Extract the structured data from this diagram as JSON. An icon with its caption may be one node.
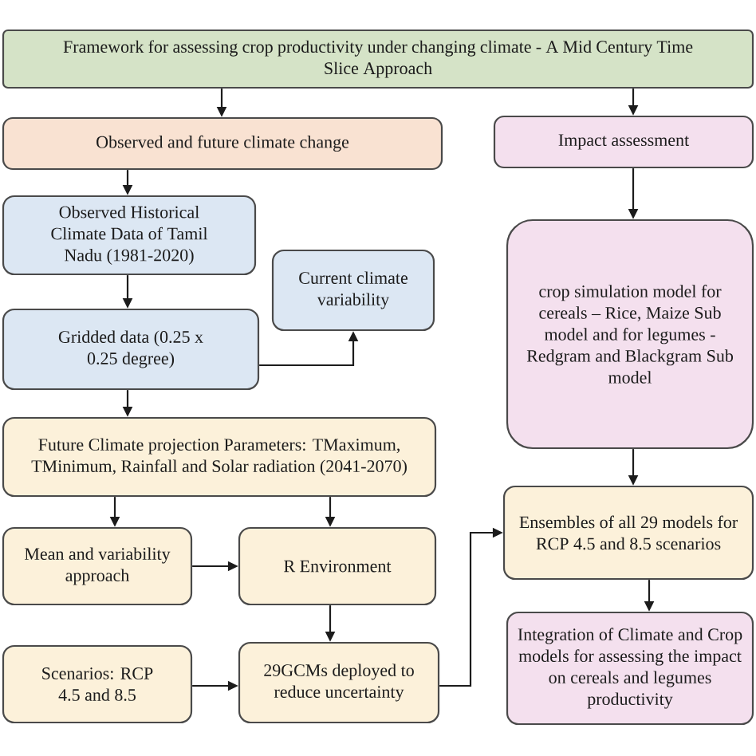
{
  "diagram": {
    "nodes": [
      {
        "text": [
          "Framework for assessing crop productivity under changing climate - A Mid Century Time Slice Approach"
        ]
      },
      {
        "text": [
          "Observed and future climate change"
        ]
      },
      {
        "text": [
          "Impact assessment"
        ]
      },
      {
        "text": [
          "Observed Historical Climate Data of Tamil Nadu (1981-2020)"
        ]
      },
      {
        "text": [
          "Current climate variability"
        ]
      },
      {
        "text": [
          "Gridded data (0.25 x 0.25 degree)"
        ]
      },
      {
        "text": [
          "crop simulation model for cereals – Rice, Maize Sub model and for legumes - Redgram and Blackgram Sub model"
        ]
      },
      {
        "text": [
          "Future Climate projection Parameters: TMaximum, TMinimum, Rainfall and Solar radiation (2041-2070)"
        ]
      },
      {
        "text": [
          "Mean and variability approach"
        ]
      },
      {
        "text": [
          "R Environment"
        ]
      },
      {
        "text": [
          "Ensembles of all 29 models for RCP 4.5 and 8.5 scenarios"
        ]
      },
      {
        "text": [
          "Scenarios: RCP 4.5 and 8.5"
        ]
      },
      {
        "text": [
          "29GCMs deployed to reduce uncertainty"
        ]
      },
      {
        "text": [
          "Integration of Climate and Crop models for assessing the impact on cereals and legumes productivity"
        ]
      }
    ],
    "edges": [
      {
        "from": 0,
        "to": 1,
        "arrow": "to"
      },
      {
        "from": 0,
        "to": 2,
        "arrow": "to"
      },
      {
        "from": 1,
        "to": 3,
        "arrow": "to"
      },
      {
        "from": 3,
        "to": 5,
        "arrow": "to"
      },
      {
        "from": 5,
        "to": 4,
        "arrow": "to"
      },
      {
        "from": 5,
        "to": 7,
        "arrow": "to"
      },
      {
        "from": 7,
        "to": 8,
        "arrow": "to"
      },
      {
        "from": 7,
        "to": 9,
        "arrow": "to"
      },
      {
        "from": 8,
        "to": 9,
        "arrow": "to"
      },
      {
        "from": 9,
        "to": 12,
        "arrow": "to"
      },
      {
        "from": 11,
        "to": 12,
        "arrow": "to"
      },
      {
        "from": 12,
        "to": 10,
        "arrow": "to"
      },
      {
        "from": 2,
        "to": 6,
        "arrow": "to"
      },
      {
        "from": 6,
        "to": 10,
        "arrow": "to"
      },
      {
        "from": 10,
        "to": 13,
        "arrow": "to"
      }
    ]
  }
}
